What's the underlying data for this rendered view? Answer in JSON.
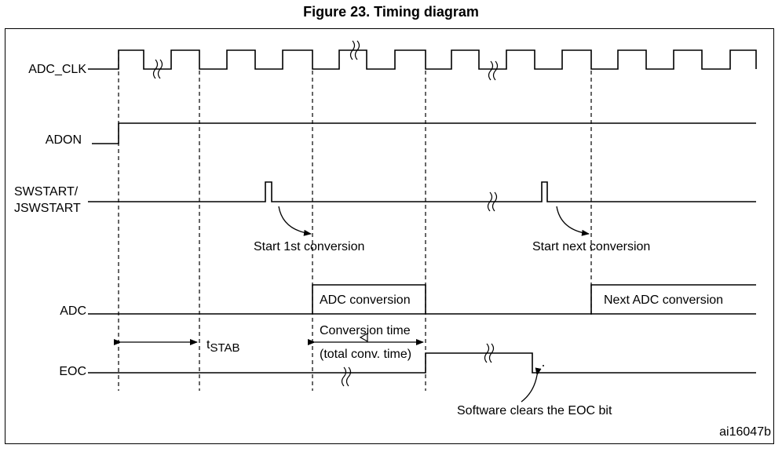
{
  "figure": {
    "title": "Figure 23. Timing diagram",
    "id_code": "ai16047b"
  },
  "signals": {
    "adc_clk": "ADC_CLK",
    "adon": "ADON",
    "swstart_line1": "SWSTART/",
    "swstart_line2": "JSWSTART",
    "adc": "ADC",
    "eoc": "EOC"
  },
  "boxes": {
    "adc_conversion": "ADC conversion",
    "next_adc_conversion": "Next ADC conversion"
  },
  "annotations": {
    "start_first": "Start 1st conversion",
    "start_next": "Start next conversion",
    "tstab_main": "t",
    "tstab_sub": "STAB",
    "conv_time_line1": "Conversion time",
    "conv_time_line2": "(total conv. time)",
    "software_clears": "Software clears the EOC bit"
  }
}
